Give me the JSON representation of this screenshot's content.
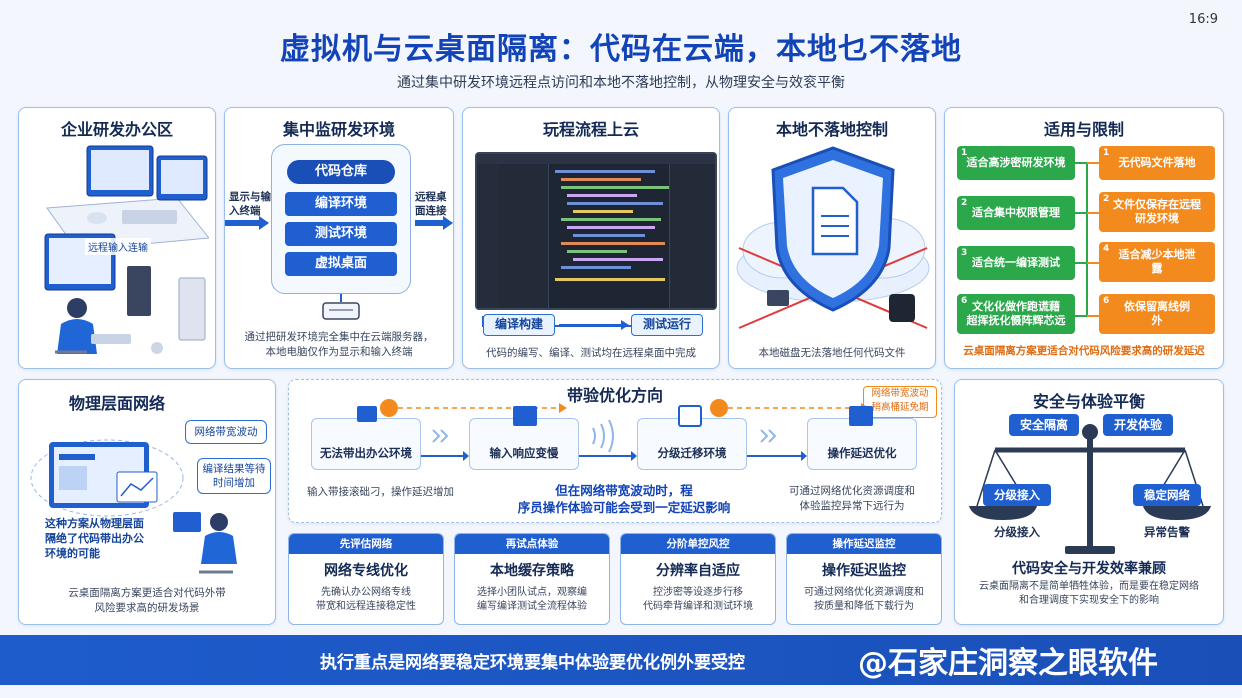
{
  "header": {
    "title": "虚拟机与云桌面隔离：代码在云端，本地乜不落地",
    "subtitle": "通过集中研发环境远程点访问和本地不落地控制，从物理安全与效衮平衡",
    "ratio": "16:9"
  },
  "p1": {
    "title": "企业研发办公区",
    "label": "远程输入连输"
  },
  "p2": {
    "title": "集中监研发环境",
    "left_arrow": "显示与输\n入终端",
    "right_arrow": "远程桌\n面连接",
    "repo": "代码仓库",
    "items": [
      "编译环境",
      "测试环境",
      "虚拟桌面"
    ],
    "caption": "通过把研发环境完全集中在云端服务器，\n本地电脑仅作为显示和输入终端"
  },
  "p3": {
    "title": "玩程流程上云",
    "btn_build": "编译构建",
    "btn_test": "测试运行",
    "caption": "代码的编写、编译、测试均在远程桌面中完成"
  },
  "p4": {
    "title": "本地不落地控制",
    "caption": "本地磁盘无法落地任何代码文件"
  },
  "p5": {
    "title": "适用与限制",
    "green": [
      {
        "n": "1",
        "t": "适合高涉密研发环境"
      },
      {
        "n": "2",
        "t": "适合集中权限管理"
      },
      {
        "n": "3",
        "t": "适合统一编译测试"
      },
      {
        "n": "6",
        "t": "文化化做作跑谎藉\n超挥抚化慑阵辉芯远"
      }
    ],
    "orange": [
      {
        "n": "1",
        "t": "无代码文件落地"
      },
      {
        "n": "2",
        "t": "文件仅保存在远程\n研发环境"
      },
      {
        "n": "4",
        "t": "适合减少本地泄\n露"
      },
      {
        "n": "6",
        "t": "依保留离线例\n外"
      }
    ],
    "caption": "云桌面隔离方案更适合对代码风险要求高的研发延迟"
  },
  "p6": {
    "title": "物理层面网络",
    "bubble1": "网络带宽波动",
    "bubble2": "编译结果等待\n时间增加",
    "text": "这种方案从物理层面\n隔绝了代码带出办公\n环境的可能",
    "caption": "云桌面隔离方案更适合对代码外带\n风险要求高的研发场景"
  },
  "p7": {
    "title": "带验优化方向",
    "note": "网络带宽波动\n稍高桶延免期",
    "steps": [
      "无法带出办公环境",
      "输入响应变慢",
      "分级迁移环境",
      "操作延迟优化"
    ],
    "left_caption": "输入带接滚础刁，操作延迟增加",
    "center_text": "但在网络带宽波动时，程\n序员操作体验可能会受到一定延迟影响",
    "right_caption": "可通过网络优化资源调度和\n体验监控异常下远行为"
  },
  "cards": [
    {
      "head": "先评估网络",
      "title": "网络专线优化",
      "desc": "先确认办公网络专线\n带宽和远程连接稳定性"
    },
    {
      "head": "再试点体验",
      "title": "本地缓存策略",
      "desc": "选择小团队试点，观察编\n编写编译测试全流程体验"
    },
    {
      "head": "分阶单控风控",
      "title": "分辨率自适应",
      "desc": "控涉密等设逐步行移\n代码牵背编译和测试环境"
    },
    {
      "head": "操作延迟监控",
      "title": "操作延迟监控",
      "desc": "可通过网络优化资源调度和\n按质量和降低下载行为"
    }
  ],
  "p8": {
    "title": "安全与体验平衡",
    "left_top": "安全隔离",
    "right_top": "开发体验",
    "left_mid": "分级接入",
    "right_mid": "稳定网络",
    "left_low": "分级接入",
    "right_low": "异常告警",
    "bottom_title": "代码安全与开发效率兼顾",
    "bottom_desc": "云桌面隔离不是简单牺牲体验，而是要在稳定网络\n和合理调度下实现安全下的影响"
  },
  "footer": {
    "text": "执行重点是网络要稳定环境要集中体验要优化例外要受控",
    "watermark": "@石家庄洞察之眼软件"
  },
  "colors": {
    "primary": "#1f5fd0",
    "green": "#2aa84a",
    "orange": "#f38a1d",
    "red": "#e03a3a"
  }
}
